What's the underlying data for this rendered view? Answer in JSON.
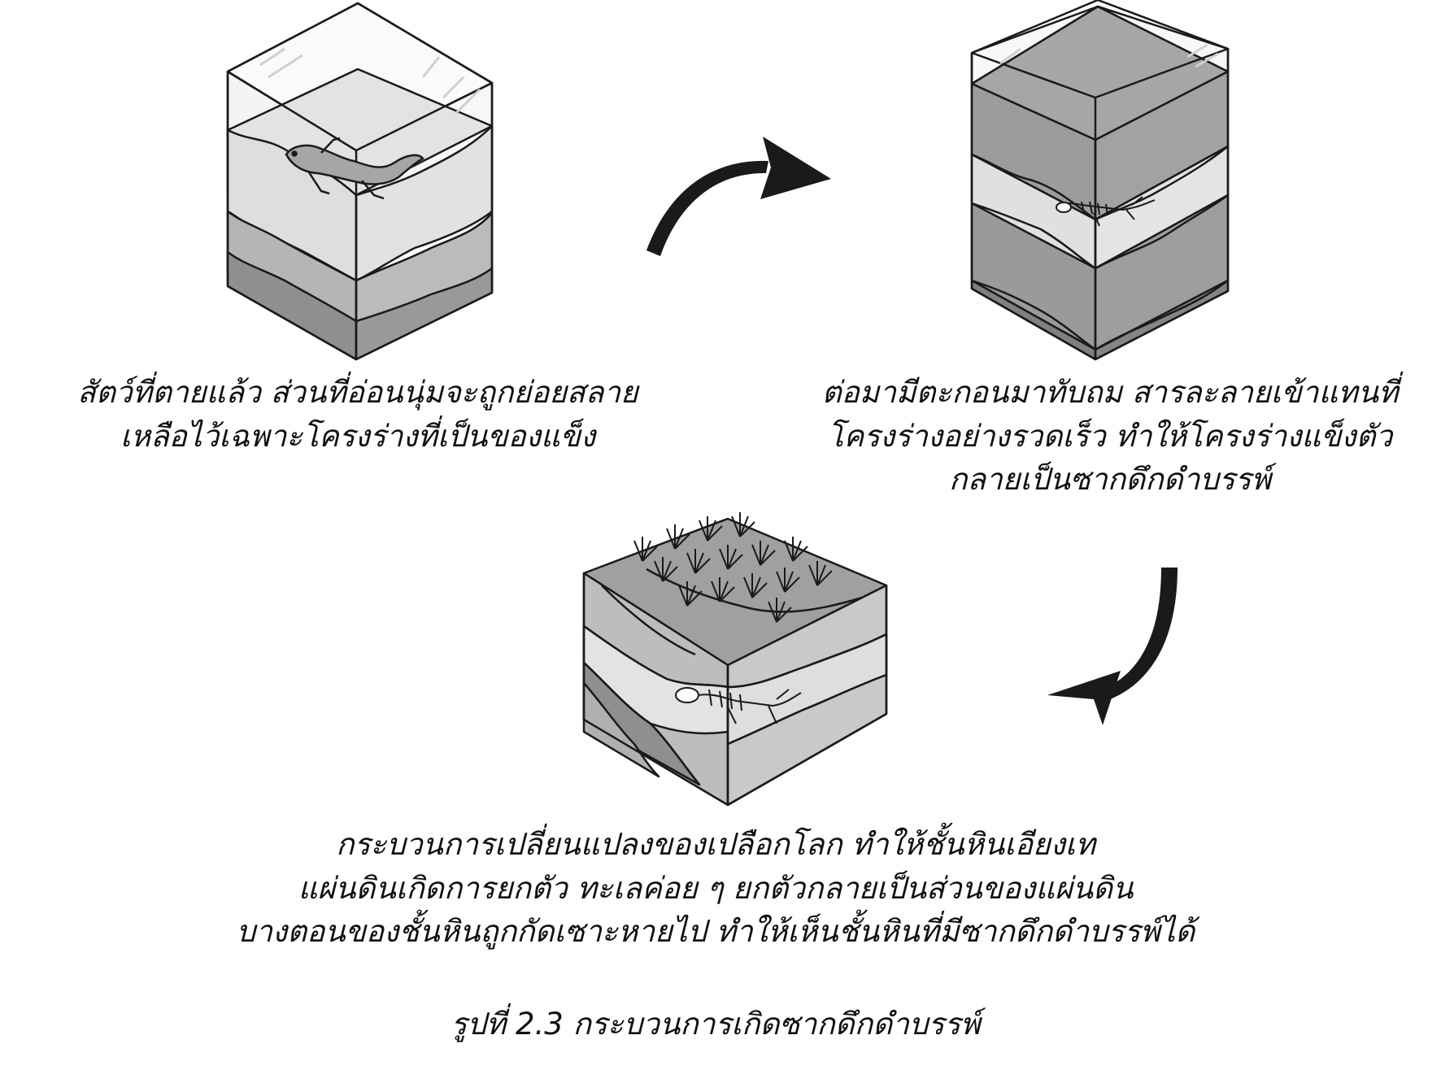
{
  "stages": [
    {
      "id": "stage-1",
      "caption_lines": [
        "สัตว์ที่ตายแล้ว ส่วนที่อ่อนนุ่มจะถูกย่อยสลาย",
        "เหลือไว้เฉพาะโครงร่างที่เป็นของแข็ง"
      ]
    },
    {
      "id": "stage-2",
      "caption_lines": [
        "ต่อมามีตะกอนมาทับถม สารละลายเข้าแทนที่",
        "โครงร่างอย่างรวดเร็ว ทำให้โครงร่างแข็งตัว",
        "กลายเป็นซากดึกดำบรรพ์"
      ]
    },
    {
      "id": "stage-3",
      "caption_lines": [
        "กระบวนการเปลี่ยนแปลงของเปลือกโลก ทำให้ชั้นหินเอียงเท",
        "แผ่นดินเกิดการยกตัว ทะเลค่อย ๆ ยกตัวกลายเป็นส่วนของแผ่นดิน",
        "บางตอนของชั้นหินถูกกัดเซาะหายไป ทำให้เห็นชั้นหินที่มีซากดึกดำบรรพ์ได้"
      ]
    }
  ],
  "figure_caption": "รูปที่ 2.3 กระบวนการเกิดซากดึกดำบรรพ์",
  "colors": {
    "ink": "#1a1a1a",
    "water_front": "#f2f2f2",
    "layer_light": "#dcdcdc",
    "layer_mid": "#b8b8b8",
    "layer_dark": "#8f8f8f",
    "layer_darker": "#7a7a7a",
    "top_dark": "#9e9e9e",
    "animal": "#a9a9a9"
  },
  "icons": [
    "curved-arrow-icon",
    "lizard-icon",
    "skeleton-icon",
    "grass-icon"
  ]
}
